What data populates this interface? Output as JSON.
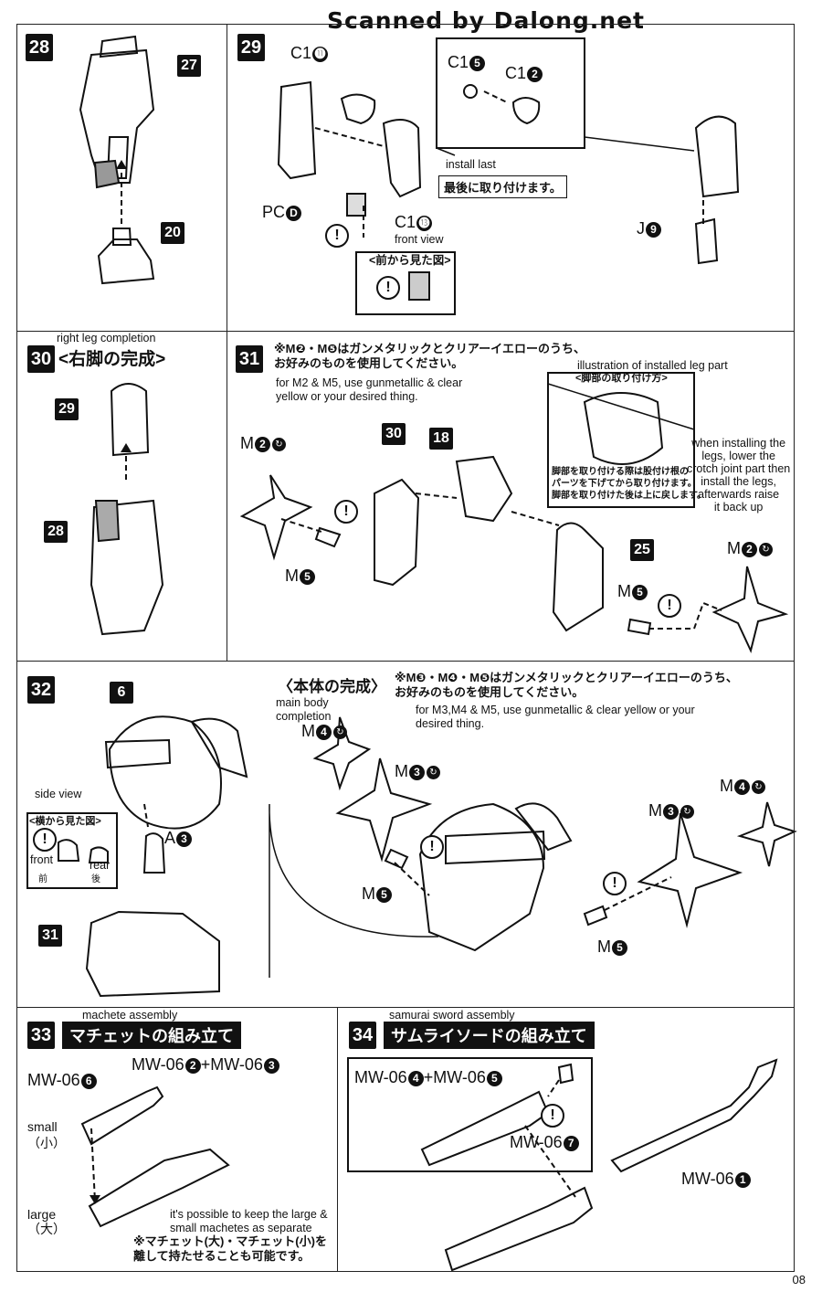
{
  "watermark": "Scanned by Dalong.net",
  "page_number": "08",
  "step28": {
    "num": "28",
    "parts": [
      "27",
      "20"
    ]
  },
  "step29": {
    "num": "29",
    "c11": "C1",
    "c11n": "⓫",
    "c15": "C1",
    "c15n": "5",
    "c12": "C1",
    "c12n": "2",
    "c13": "C1",
    "c13n": "⓭",
    "pcd": "PC",
    "pcdn": "D",
    "j9": "J",
    "j9n": "9",
    "install_last_en": "install last",
    "install_last_jp": "最後に取り付けます。",
    "front_view_en": "front view",
    "front_view_jp": "<前から見た図>"
  },
  "step30": {
    "num": "30",
    "en": "right leg completion",
    "jp": "<右脚の完成>",
    "parts": [
      "29",
      "28"
    ]
  },
  "step31": {
    "num": "31",
    "jp_note": "※M❷・M❺はガンメタリックとクリアーイエローのうち、\nお好みのものを使用してください。",
    "en_note": "for M2 & M5, use gunmetallic & clear\nyellow or your desired thing.",
    "parts": [
      "30",
      "18",
      "25"
    ],
    "m2a": "M",
    "m2an": "2",
    "m5a": "M",
    "m5an": "5",
    "m5b": "M",
    "m5bn": "5",
    "m2b": "M",
    "m2bn": "2",
    "illus_en": "illustration of installed leg part",
    "illus_jp": "<脚部の取り付け方>",
    "inset_jp": "脚部を取り付ける際は股付け根の\nパーツを下げてから取り付けます。\n脚部を取り付けた後は上に戻します。",
    "side_en": "when installing the\nlegs, lower the\ncrotch joint part then\ninstall the legs,\nafterwards raise\nit back up"
  },
  "step32": {
    "num": "32",
    "part6": "6",
    "part31": "31",
    "a3": "A",
    "a3n": "3",
    "side_view_en": "side view",
    "side_view_jp": "<横から見た図>",
    "front_en": "front",
    "front_jp": "前",
    "rear_en": "rear",
    "rear_jp": "後",
    "title_jp": "〈本体の完成〉",
    "jp_note": "※M❸・M❹・M❺はガンメタリックとクリアーイエローのうち、\nお好みのものを使用してください。",
    "en_title": "main body\ncompletion",
    "en_note": "for M3,M4 & M5, use gunmetallic & clear yellow or your\ndesired thing.",
    "m4": "M",
    "m4n": "4",
    "m3": "M",
    "m3n": "3",
    "m5a": "M",
    "m5an": "5",
    "m4b": "M",
    "m4bn": "4",
    "m3b": "M",
    "m3bn": "3",
    "m5b": "M",
    "m5bn": "5"
  },
  "step33": {
    "num": "33",
    "en": "machete assembly",
    "jp": "マチェットの組み立て",
    "mw6": "MW-06",
    "mw6n": "6",
    "mw23": "MW-06",
    "mw23a": "2",
    "plus": "+MW-06",
    "mw23b": "3",
    "small_en": "small",
    "small_jp": "（小）",
    "large_en": "large",
    "large_jp": "（大）",
    "note_en": "it's possible to keep the large &\nsmall machetes as separate",
    "note_jp": "※マチェット(大)・マチェット(小)を\n離して持たせることも可能です。"
  },
  "step34": {
    "num": "34",
    "en": "samurai sword assembly",
    "jp": "サムライソードの組み立て",
    "mw45": "MW-06",
    "mw45a": "4",
    "plus": "+MW-06",
    "mw45b": "5",
    "mw7": "MW-06",
    "mw7n": "7",
    "mw1": "MW-06",
    "mw1n": "1"
  }
}
